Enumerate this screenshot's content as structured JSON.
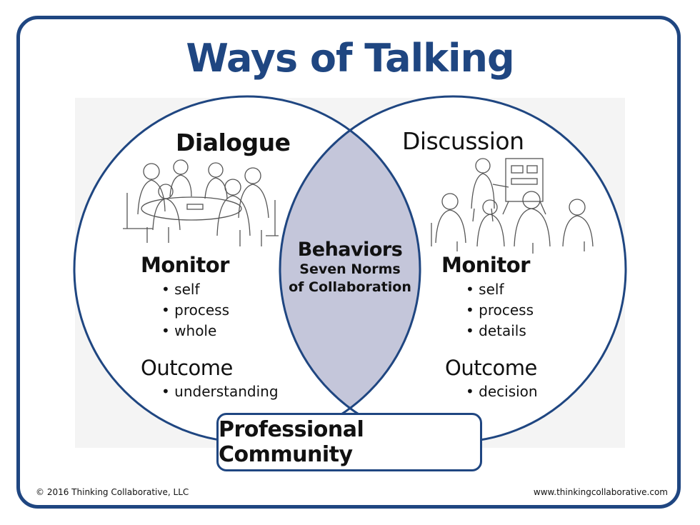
{
  "title": "Ways of Talking",
  "left": {
    "heading": "Dialogue",
    "monitor_label": "Monitor",
    "monitor_items": [
      "self",
      "process",
      "whole"
    ],
    "outcome_label": "Outcome",
    "outcome_items": [
      "understanding"
    ]
  },
  "right": {
    "heading": "Discussion",
    "monitor_label": "Monitor",
    "monitor_items": [
      "self",
      "process",
      "details"
    ],
    "outcome_label": "Outcome",
    "outcome_items": [
      "decision"
    ]
  },
  "center": {
    "title": "Behaviors",
    "subtitle_line1": "Seven Norms",
    "subtitle_line2": "of Collaboration"
  },
  "bottom_box": "Professional Community",
  "footer": {
    "copyright": "©  2016 Thinking Collaborative, LLC",
    "website": "www.thinkingcollaborative.com"
  },
  "colors": {
    "frame": "#1f4681",
    "title": "#1f4681",
    "overlap_fill": "#c4c6da",
    "circle_stroke": "#1f4681"
  },
  "icons": {
    "left_illustration": "group-discussion-sketch",
    "right_illustration": "presentation-audience-sketch"
  }
}
